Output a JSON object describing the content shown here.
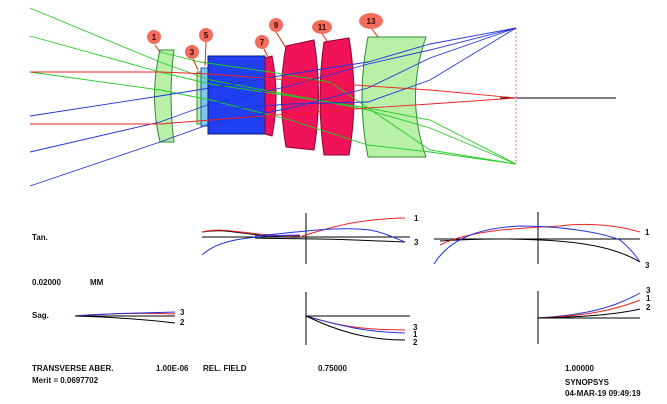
{
  "lens_tags": [
    "1",
    "3",
    "5",
    "7",
    "9",
    "11",
    "13"
  ],
  "labels": {
    "tan": "Tan.",
    "sag": "Sag.",
    "scale_value": "0.02000",
    "scale_unit": "MM",
    "transverse": "TRANSVERSE ABER.",
    "wavelength": "1.00E-06",
    "rel_field": "REL. FIELD",
    "field_mid": "0.75000",
    "field_full": "1.00000",
    "merit": "Merit = 0.0697702",
    "brand": "SYNOPSYS",
    "datetime": "04-MAR-19  09:49:19"
  },
  "series_labels": {
    "tan1": [
      "1",
      "3"
    ],
    "tan2": [
      "1",
      "3"
    ],
    "sag0": [
      "3",
      "2"
    ],
    "sag1": [
      "3",
      "1",
      "2"
    ],
    "sag2": [
      "3",
      "1",
      "2"
    ]
  },
  "colors": {
    "lens_green": "#b8f0a8",
    "lens_green_edge": "#2e8b2e",
    "lens_blue": "#1f3ff0",
    "lens_cyan": "#7fc7ee",
    "lens_pink": "#f0135a",
    "tag_fill": "#f26d5b",
    "ray_green": "#22cc22",
    "ray_blue": "#2233dd",
    "ray_red": "#ee2222"
  }
}
